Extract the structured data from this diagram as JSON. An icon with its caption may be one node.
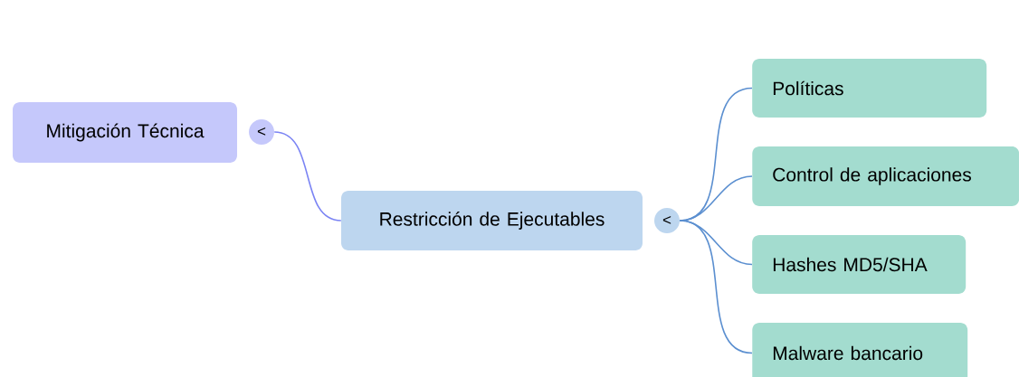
{
  "diagram": {
    "nodes": [
      {
        "text": [
          "Mitigación Técnica"
        ]
      },
      {
        "text": [
          "<"
        ]
      },
      {
        "text": [
          "Restricción de Ejecutables"
        ]
      },
      {
        "text": [
          "<"
        ]
      },
      {
        "text": [
          "Políticas"
        ]
      },
      {
        "text": [
          "Control de aplicaciones"
        ]
      },
      {
        "text": [
          "Hashes MD5/SHA"
        ]
      },
      {
        "text": [
          "Malware bancario"
        ]
      }
    ],
    "edges": [
      {
        "from": 1,
        "to": 2,
        "arrow": "none",
        "color": "#7b84f4"
      },
      {
        "from": 3,
        "to": 4,
        "arrow": "none"
      },
      {
        "from": 3,
        "to": 5,
        "arrow": "none"
      },
      {
        "from": 3,
        "to": 6,
        "arrow": "none"
      },
      {
        "from": 3,
        "to": 7,
        "arrow": "none"
      }
    ]
  }
}
